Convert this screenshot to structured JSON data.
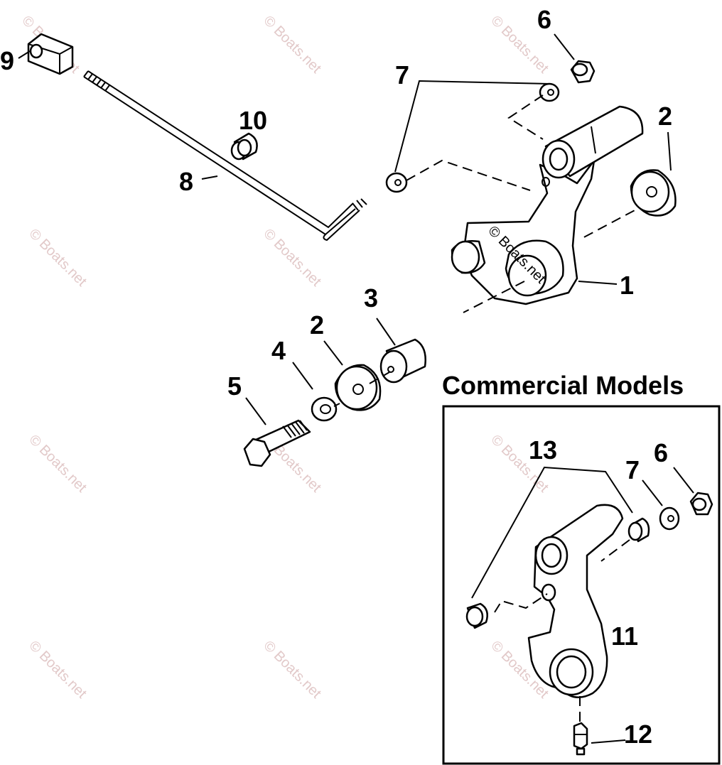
{
  "watermark": "© Boats.net",
  "section": {
    "title": "Commercial Models"
  },
  "callouts": {
    "c1": "1",
    "c2a": "2",
    "c2b": "2",
    "c3": "3",
    "c4": "4",
    "c5": "5",
    "c6a": "6",
    "c6b": "6",
    "c7a": "7",
    "c7b": "7",
    "c8": "8",
    "c9": "9",
    "c10": "10",
    "c11": "11",
    "c12": "12",
    "c13": "13"
  },
  "colors": {
    "line": "#000000",
    "watermark": "#e2c9c9",
    "background": "#ffffff"
  }
}
